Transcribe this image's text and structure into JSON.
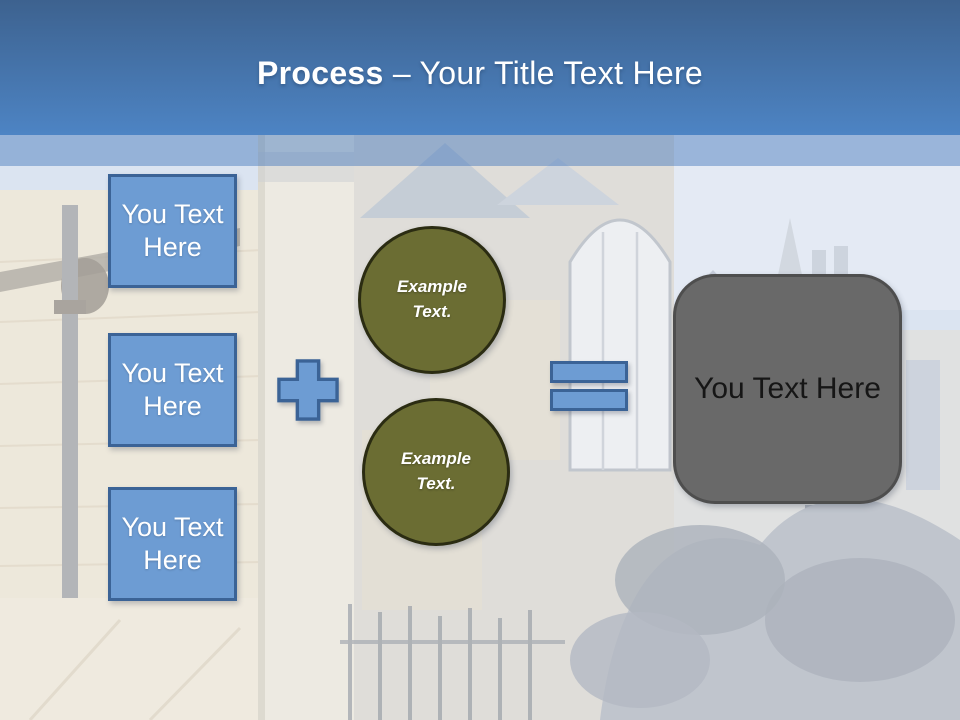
{
  "theme": {
    "header-top": "#3d628f",
    "header-bottom": "#4d84c4",
    "band-overlay": "rgba(96,140,198,0.55)",
    "blue-fill": "#6d9cd3",
    "blue-border": "#3b6396",
    "olive-fill": "#6b6d33",
    "olive-border": "#2b2c12",
    "gray-fill": "#696969",
    "gray-border": "#4e4e4e",
    "title-color": "#ffffff",
    "shape-text-color": "#ffffff",
    "result-text-color": "#161616"
  },
  "header": {
    "title_bold": "Process",
    "title_rest": " – Your Title Text Here"
  },
  "diagram": {
    "input_boxes": [
      {
        "label": "You Text Here"
      },
      {
        "label": "You Text Here"
      },
      {
        "label": "You Text Here"
      }
    ],
    "operators": [
      {
        "name": "plus-icon",
        "glyph": "+"
      },
      {
        "name": "equals-icon",
        "glyph": "="
      }
    ],
    "example_circles": [
      {
        "label": "Example Text."
      },
      {
        "label": "Example Text."
      }
    ],
    "result_box": {
      "label": "You Text Here"
    }
  }
}
